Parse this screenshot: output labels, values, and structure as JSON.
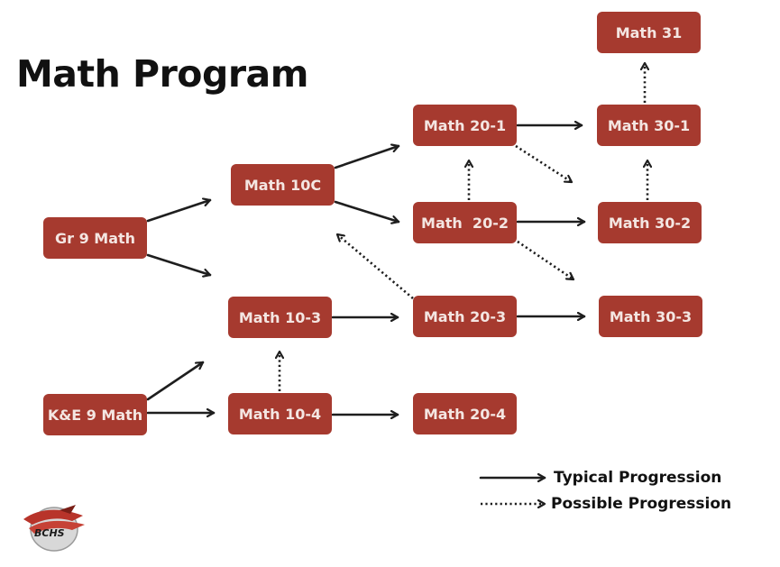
{
  "title": "Math Program",
  "nodes": {
    "math31": "Math 31",
    "math301": "Math 30-1",
    "math302": "Math 30-2",
    "math303": "Math 30-3",
    "math201": "Math 20-1",
    "math202": "Math  20-2",
    "math203": "Math 20-3",
    "math204": "Math 20-4",
    "math10c": "Math 10C",
    "math103": "Math 10-3",
    "math104": "Math 10-4",
    "gr9": "Gr 9 Math",
    "ke9": "K&E 9 Math"
  },
  "legend": {
    "typical": "Typical Progression",
    "possible": "Possible Progression"
  },
  "logo_text": "BCHS",
  "colors": {
    "node_fill": "#a63a2f",
    "node_text": "#f4e6e2",
    "arrow": "#1e1e1e",
    "title": "#111111"
  }
}
